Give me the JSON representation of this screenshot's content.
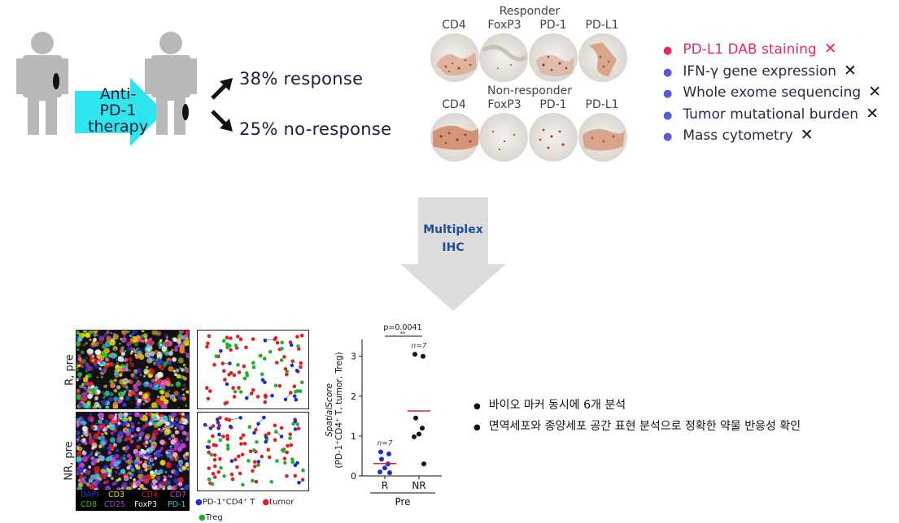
{
  "top_left": {
    "therapy_label": [
      "Anti-",
      "PD-1",
      "therapy"
    ],
    "response": "38% response",
    "no_response": "25% no-response"
  },
  "staining": {
    "responder_title": "Responder",
    "nonresponder_title": "Non-responder",
    "markers": [
      "CD4",
      "FoxP3",
      "PD-1",
      "PD-L1"
    ]
  },
  "methods": [
    {
      "label": "PD-L1 DAB staining",
      "mark": "✕"
    },
    {
      "label": "IFN-γ gene expression",
      "mark": "✕"
    },
    {
      "label": "Whole exome sequencing",
      "mark": "✕"
    },
    {
      "label": "Tumor mutational burden",
      "mark": "✕"
    },
    {
      "label": "Mass cytometry",
      "mark": "✕"
    }
  ],
  "center_arrow": {
    "line1": "Multiplex",
    "line2": "IHC"
  },
  "images": {
    "row_labels": [
      "R, pre",
      "NR, pre"
    ],
    "channel_legend": [
      {
        "label": "DAPI",
        "color": "#2a3ccc"
      },
      {
        "label": "CD3",
        "color": "#e8e000"
      },
      {
        "label": "CD4",
        "color": "#e82020"
      },
      {
        "label": "CD7",
        "color": "#d040d0"
      },
      {
        "label": "CD8",
        "color": "#30c030"
      },
      {
        "label": "CD25",
        "color": "#a040e0"
      },
      {
        "label": "FoxP3",
        "color": "#f0f0f0"
      },
      {
        "label": "PD-1",
        "color": "#30d0e0"
      }
    ],
    "spatial_legend": [
      {
        "label": "PD-1⁺CD4⁺ T",
        "color": "#1a2fd0"
      },
      {
        "label": "tumor",
        "color": "#e02020"
      },
      {
        "label": "Treg",
        "color": "#20b030"
      }
    ]
  },
  "chart_data": {
    "type": "scatter",
    "ylabel": "SpatialScore (PD-1⁺CD4⁺ T, tumor, Treg)",
    "ylabel_italic": "SpatialScore",
    "ylabel_sub": "(PD-1⁺CD4⁺ T, tumor, Treg)",
    "xlabel": "Pre",
    "categories": [
      "R",
      "NR"
    ],
    "ylim": [
      0,
      3.3
    ],
    "yticks": [
      0,
      1,
      2,
      3
    ],
    "pvalue": "p=0.0041",
    "stars": "**",
    "series": [
      {
        "name": "R",
        "color": "#1a2fd0",
        "n_label": "n=7",
        "values": [
          0.6,
          0.55,
          0.42,
          0.3,
          0.2,
          0.1,
          0.08
        ],
        "mean": 0.31
      },
      {
        "name": "NR",
        "color": "#111111",
        "n_label": "n=7",
        "values": [
          3.05,
          3.0,
          1.45,
          1.2,
          1.05,
          0.98,
          0.3
        ],
        "mean": 1.63
      }
    ],
    "mean_color": "#e02020"
  },
  "korean_notes": [
    "바이오 마커 동시에 6개 분석",
    "면역세포와 종양세포 공간 표현 분석으로 정확한 약물 반응성 확인"
  ]
}
